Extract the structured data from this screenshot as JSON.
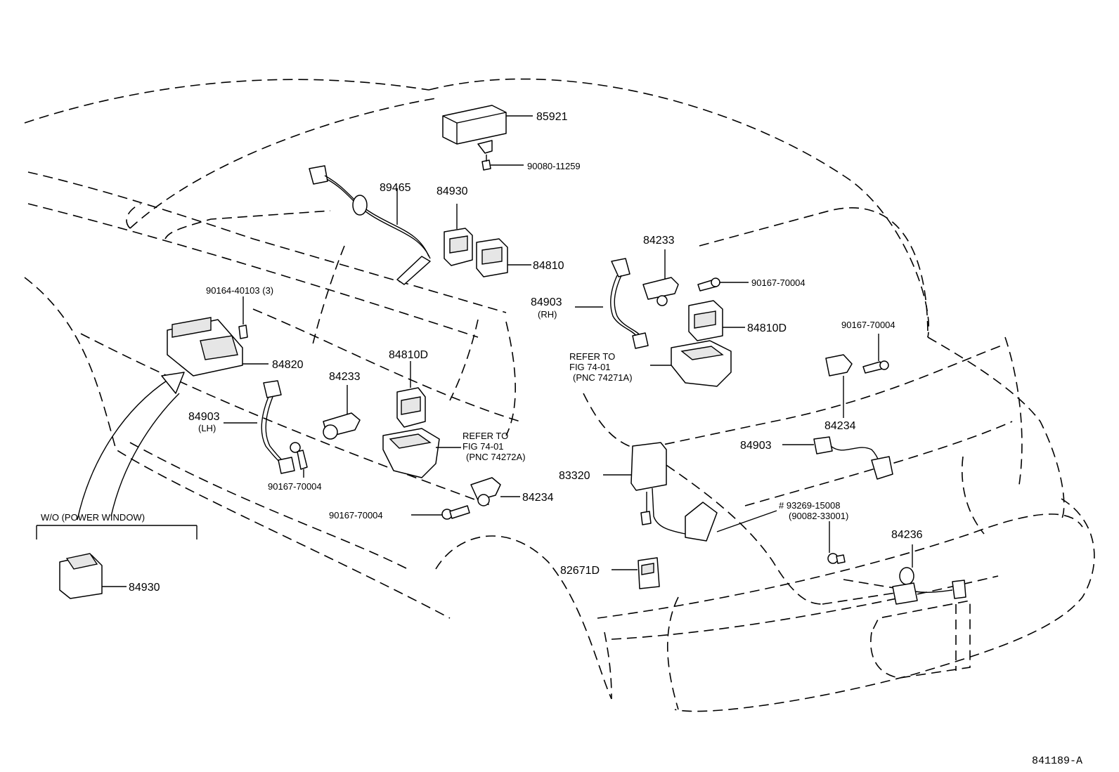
{
  "diagram_id": "841189-A",
  "labels": {
    "p85921": "85921",
    "p90080": "90080-11259",
    "p89465": "89465",
    "p84930_top": "84930",
    "p84810": "84810",
    "p84233_rh": "84233",
    "p90167_rh": "90167-70004",
    "p84903_rh": "84903",
    "rh": "(RH)",
    "p84810d_rh": "84810D",
    "refer_to": "REFER TO",
    "fig_rh": "FIG 74-01",
    "pnc_rh": "(PNC 74271A)",
    "p90167_right": "90167-70004",
    "p84234_right": "84234",
    "p84903_rear": "84903",
    "p90164": "90164-40103 (3)",
    "p84820": "84820",
    "p84903_lh": "84903",
    "lh": "(LH)",
    "p84233_lh": "84233",
    "p84810d_lh": "84810D",
    "refer_to_2": "REFER TO",
    "fig_lh": "FIG 74-01",
    "pnc_lh": "(PNC 74272A)",
    "p90167_lh": "90167-70004",
    "p84234_lh": "84234",
    "p90167_mid": "90167-70004",
    "p83320": "83320",
    "p93269": "# 93269-15008",
    "p90082": "(90082-33001)",
    "p84236": "84236",
    "p82671d": "82671D",
    "wo_power_window": "W/O (POWER WINDOW)",
    "p84930_wo": "84930"
  }
}
